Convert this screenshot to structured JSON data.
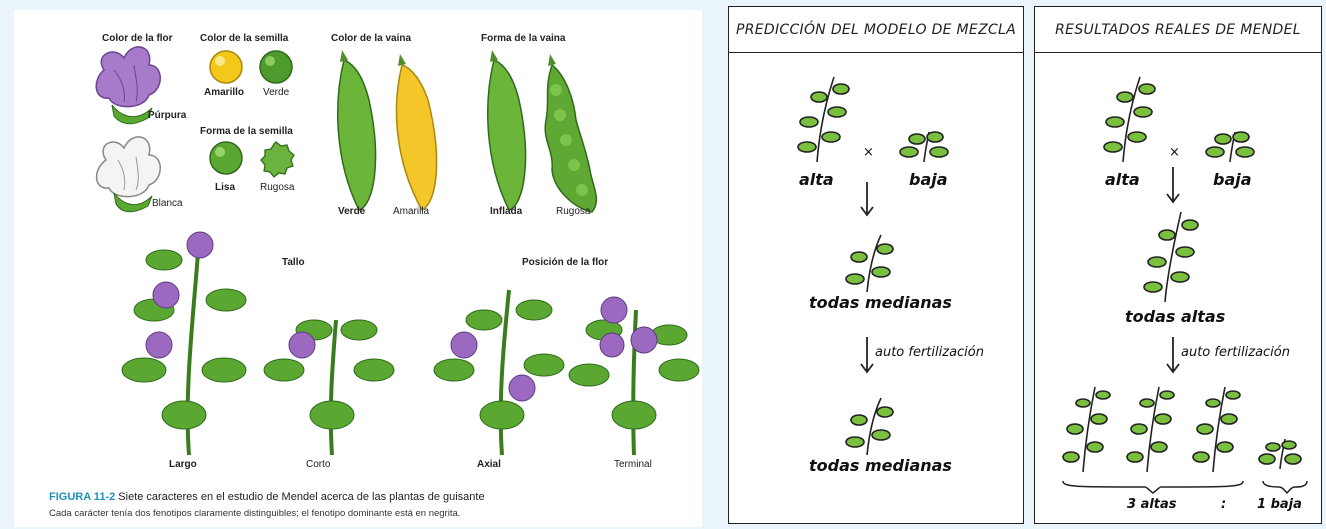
{
  "figure": {
    "headings": {
      "flower_color": "Color de la flor",
      "seed_color": "Color de la semilla",
      "seed_shape": "Forma de la semilla",
      "pod_color": "Color de la vaina",
      "pod_shape": "Forma de la vaina",
      "stem": "Tallo",
      "flower_position": "Posición de la flor"
    },
    "labels": {
      "purple": "Púrpura",
      "white": "Blanca",
      "yellow": "Amarillo",
      "green": "Verde",
      "smooth": "Lisa",
      "wrinkled": "Rugosa",
      "pod_green": "Verde",
      "pod_yellow": "Amarilla",
      "inflated": "Inflada",
      "constricted": "Rugosa",
      "tall": "Largo",
      "short": "Corto",
      "axial": "Axial",
      "terminal": "Terminal"
    },
    "caption_number": "FIGURA 11-2",
    "caption_title": "Siete caracteres en el estudio de Mendel acerca de las plantas de guisante",
    "caption_sub": "Cada carácter tenía dos fenotipos claramente distinguibles; el fenotipo dominante está en negrita.",
    "colors": {
      "accent": "#1f8fb5",
      "purple": "#9b6ac0",
      "green": "#5aa832",
      "yellow": "#f2c81b"
    }
  },
  "blending": {
    "title": "PREDICCIÓN DEL MODELO DE MEZCLA",
    "tall": "alta",
    "cross": "×",
    "short": "baja",
    "f1": "todas medianas",
    "self": "auto fertilización",
    "f2": "todas medianas"
  },
  "mendel": {
    "title": "RESULTADOS REALES DE MENDEL",
    "tall": "alta",
    "cross": "×",
    "short": "baja",
    "f1": "todas altas",
    "self": "auto fertilización",
    "ratio_tall": "3 altas",
    "ratio_sep": ":",
    "ratio_short": "1 baja"
  }
}
